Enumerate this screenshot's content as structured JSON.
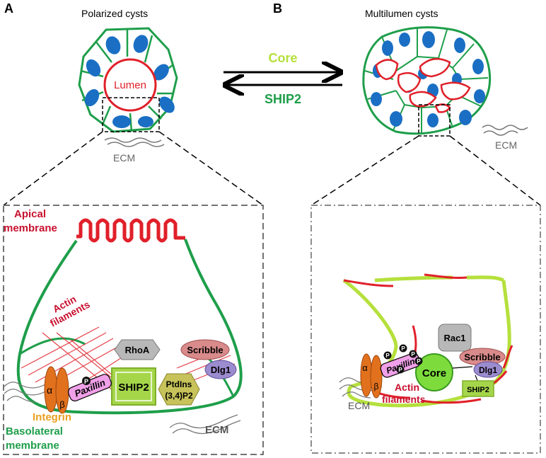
{
  "panel_a": {
    "letter": "A",
    "title": "Polarized cysts",
    "lumen": "Lumen",
    "ecm": "ECM",
    "detail": {
      "apical_line1": "Apical",
      "apical_line2": "membrane",
      "actin_line1": "Actin",
      "actin_line2": "filaments",
      "rhoa": "RhoA",
      "scribble": "Scribble",
      "dlg1": "Dlg1",
      "ship2": "SHIP2",
      "ptdins_line1": "PtdIns",
      "ptdins_line2": "(3,4)P2",
      "paxillin": "Paxillin",
      "phospho": "P",
      "alpha": "α",
      "beta": "β",
      "integrin": "Integrin",
      "basolateral_line1": "Basolateral",
      "basolateral_line2": "membrane",
      "ecm": "ECM"
    }
  },
  "panel_b": {
    "letter": "B",
    "title": "Multilumen cysts",
    "ecm": "ECM",
    "detail": {
      "rac1": "Rac1",
      "core": "Core",
      "scribble": "Scribble",
      "dlg1": "Dlg1",
      "ship2": "SHIP2",
      "paxillin": "Paxillin",
      "phospho": "P",
      "alpha": "α",
      "beta": "β",
      "ecm": "ECM",
      "actin_line1": "Actin",
      "actin_line2": "filaments"
    }
  },
  "arrows": {
    "forward_label": "Core",
    "reverse_label": "SHIP2"
  },
  "colors": {
    "green": "#1e9e4a",
    "lime": "#b5e03c",
    "red": "#e0202a",
    "nucleus": "#1a6fc4",
    "orange": "#e2711d",
    "paxillin": "#f0a0e8",
    "ship2_box": "#a5d64a",
    "scribble": "#d98a8a",
    "dlg1": "#9b8ccf",
    "gray_box": "#b8b8b8",
    "ptdins": "#c7c25a",
    "integrin_text": "#e8a020",
    "dark_red_text": "#c8102e"
  }
}
